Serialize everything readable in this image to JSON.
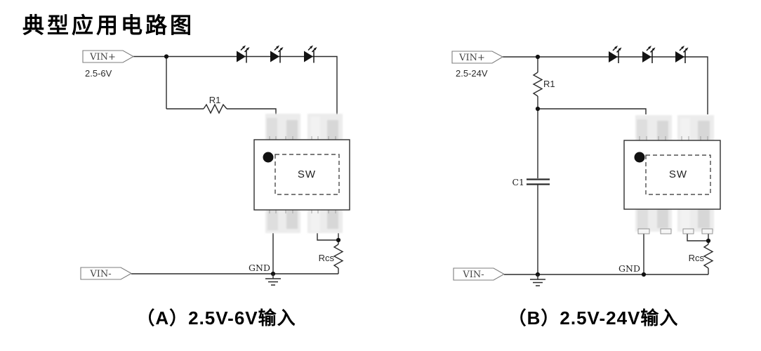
{
  "title": "典型应用电路图",
  "colors": {
    "background": "#ffffff",
    "wire": "#2b2b2b",
    "pad": "#ececec",
    "text": "#000000"
  },
  "circuit_a": {
    "input_positive": {
      "label": "VIN+",
      "range": "2.5-6V"
    },
    "input_negative": {
      "label": "VIN-"
    },
    "resistor_r1": "R1",
    "resistor_rcs": "Rcs",
    "gnd": "GND",
    "chip": "SW",
    "led_count": 3,
    "caption": "（A）2.5V-6V输入"
  },
  "circuit_b": {
    "input_positive": {
      "label": "VIN+",
      "range": "2.5-24V"
    },
    "input_negative": {
      "label": "VIN-"
    },
    "resistor_r1": "R1",
    "capacitor_c1": "C1",
    "resistor_rcs": "Rcs",
    "gnd": "GND",
    "chip": "SW",
    "led_count": 3,
    "caption": "（B）2.5V-24V输入"
  }
}
